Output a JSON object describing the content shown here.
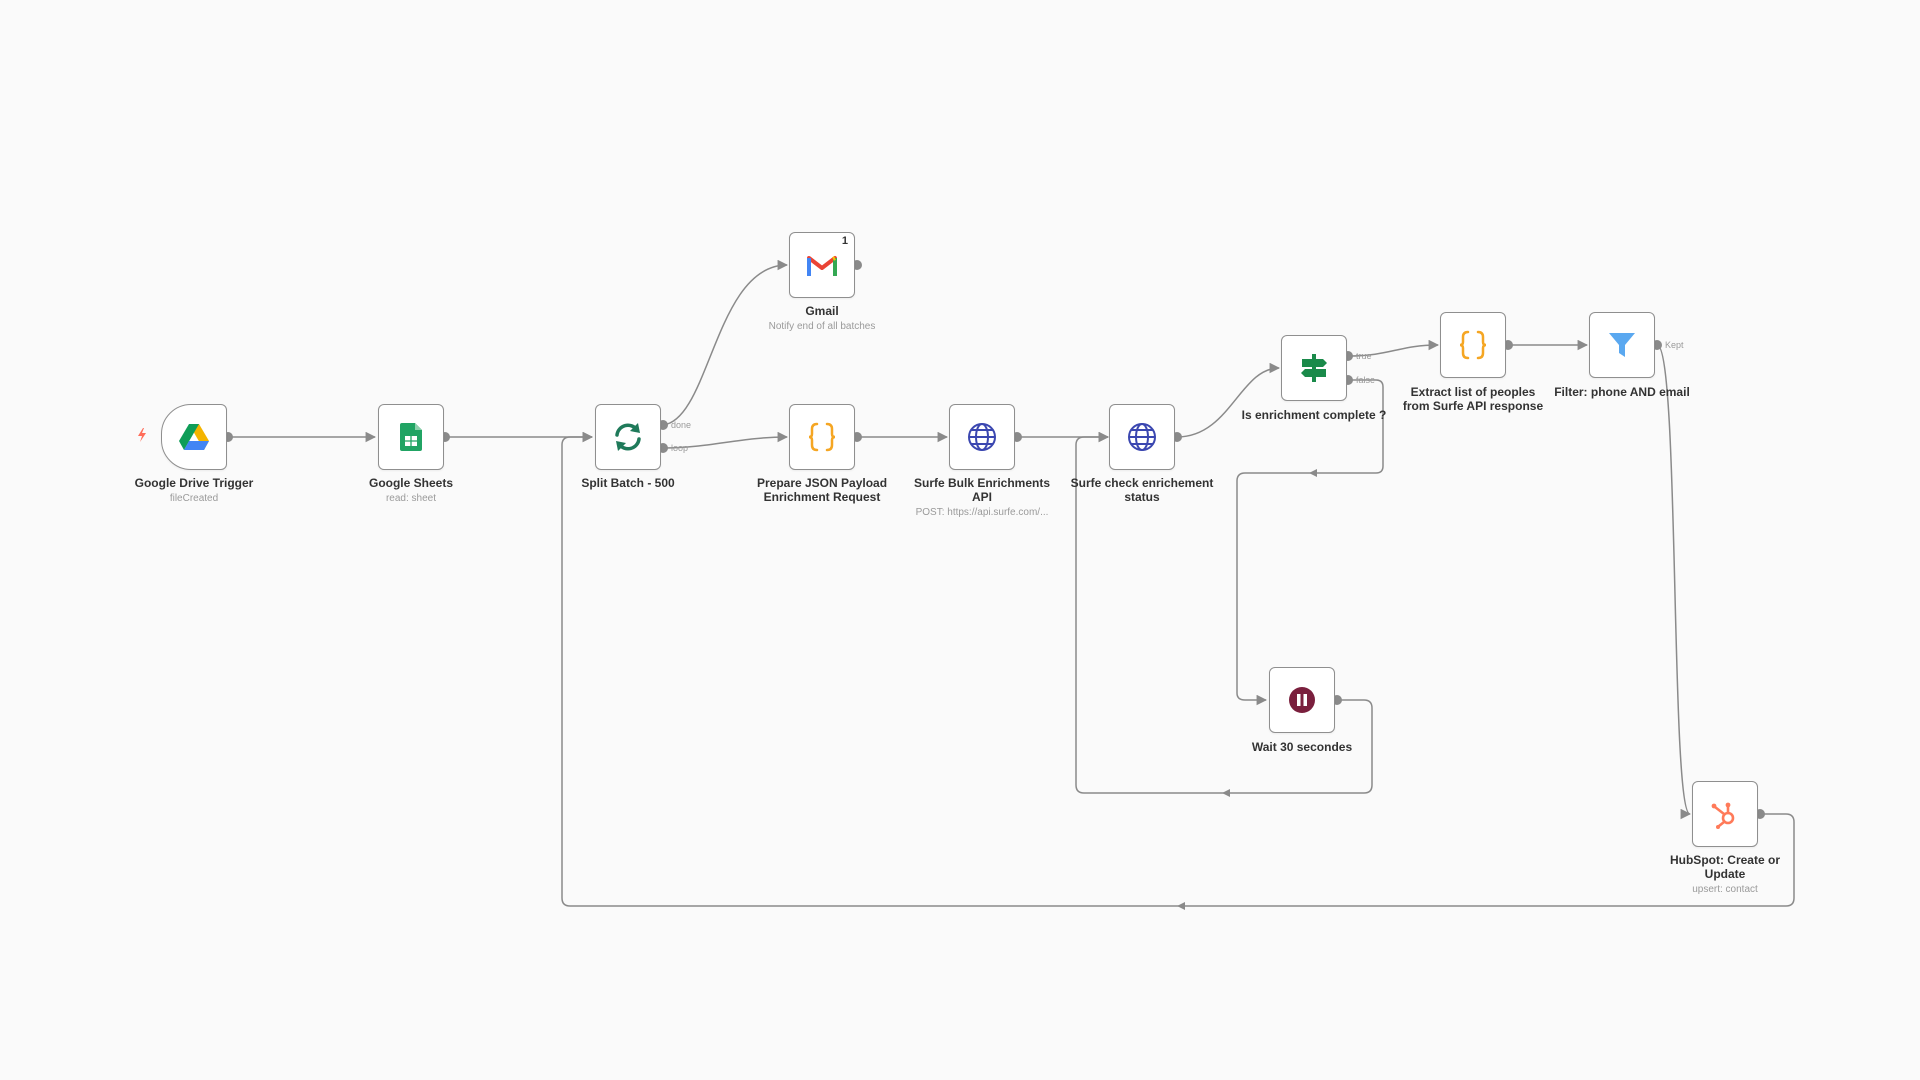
{
  "canvas": {
    "background": "#fafafa",
    "edge_color": "#8a8a8a"
  },
  "nodes": {
    "google_drive_trigger": {
      "label": "Google Drive Trigger",
      "sub": "fileCreated",
      "icon": "google-drive-icon",
      "trigger_icon": "lightning-bolt-icon"
    },
    "google_sheets": {
      "label": "Google Sheets",
      "sub": "read: sheet",
      "icon": "google-sheets-icon"
    },
    "split_batch": {
      "label": "Split Batch - 500",
      "icon": "loop-arrows-icon",
      "outputs": [
        "done",
        "loop"
      ]
    },
    "gmail": {
      "label": "Gmail",
      "sub": "Notify end of all batches",
      "icon": "gmail-icon",
      "badge": "1"
    },
    "prepare_json": {
      "label_line1": "Prepare JSON Payload",
      "label_line2": "Enrichment Request",
      "icon": "code-braces-icon"
    },
    "surfe_bulk": {
      "label_line1": "Surfe Bulk Enrichments",
      "label_line2": "API",
      "sub": "POST: https://api.surfe.com/...",
      "icon": "globe-icon"
    },
    "surfe_check": {
      "label_line1": "Surfe check enrichement",
      "label_line2": "status",
      "icon": "globe-icon"
    },
    "is_complete": {
      "label": "Is enrichment complete ?",
      "icon": "signpost-icon",
      "outputs": [
        "true",
        "false"
      ]
    },
    "extract": {
      "label_line1": "Extract list of peoples",
      "label_line2": "from Surfe API response",
      "icon": "code-braces-icon"
    },
    "filter": {
      "label": "Filter: phone AND email",
      "icon": "filter-icon",
      "outputs": [
        "Kept"
      ]
    },
    "wait": {
      "label": "Wait 30 secondes",
      "icon": "pause-icon"
    },
    "hubspot": {
      "label_line1": "HubSpot: Create or",
      "label_line2": "Update",
      "sub": "upsert: contact",
      "icon": "hubspot-icon"
    }
  },
  "colors": {
    "drive_green": "#0F9D58",
    "drive_yellow": "#F4B400",
    "drive_blue": "#4285F4",
    "sheets_green": "#21A464",
    "loop_green": "#1f7a5a",
    "gmail_red": "#EA4335",
    "braces_orange": "#f5a623",
    "globe_blue": "#3b47b0",
    "signpost_green": "#1a8a4a",
    "filter_blue": "#5aa8f0",
    "wait_maroon": "#7a1f3d",
    "hubspot_orange": "#ff7a59",
    "bolt_orange": "#ff6d5a"
  }
}
